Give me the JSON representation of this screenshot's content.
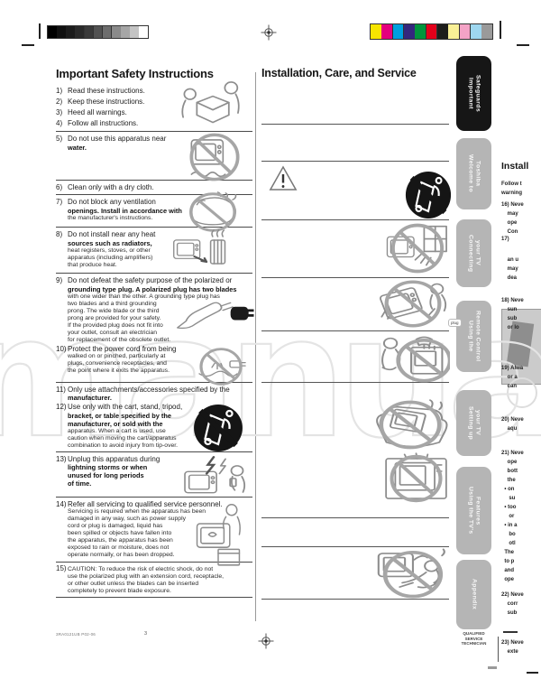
{
  "watermark": {
    "text": "manual"
  },
  "print_marks": {
    "grayscale_ramp": [
      "#000000",
      "#101010",
      "#1c1c1c",
      "#2a2a2a",
      "#3a3a3a",
      "#525252",
      "#6d6d6d",
      "#8a8a8a",
      "#a6a6a6",
      "#c4c4c4",
      "#ffffff"
    ],
    "color_bar": [
      "#f6e500",
      "#e5007d",
      "#00a0df",
      "#34277d",
      "#00953b",
      "#e2001a",
      "#1d1d1b",
      "#f9f096",
      "#f4a3c6",
      "#9ed7f0",
      "#9a9a9a"
    ]
  },
  "left_column": {
    "title": "Important Safety Instructions",
    "items": [
      {
        "num": "1)",
        "illo": "reading-together",
        "lines": [
          {
            "t": "Read these instructions.",
            "s": "lead"
          }
        ]
      },
      {
        "num": "2)",
        "lines": [
          {
            "t": "Keep these instructions.",
            "s": "lead"
          }
        ]
      },
      {
        "num": "3)",
        "lines": [
          {
            "t": "Heed all warnings.",
            "s": "lead"
          }
        ]
      },
      {
        "num": "4)",
        "lines": [
          {
            "t": "Follow all instructions.",
            "s": "lead"
          }
        ]
      },
      {
        "num": "5)",
        "illo": "tv-near-water",
        "lines": [
          {
            "t": "Do not use this apparatus near",
            "s": "lead"
          },
          {
            "t": "water.",
            "s": "bold"
          }
        ]
      },
      {
        "num": "6)",
        "lines": [
          {
            "t": "Clean only with a dry cloth.",
            "s": "lead"
          }
        ]
      },
      {
        "num": "7)",
        "illo": "tv-covered-cloth",
        "lines": [
          {
            "t": "Do not block any ventilation",
            "s": "lead"
          },
          {
            "t": "openings. Install in accordance with",
            "s": "bold"
          },
          {
            "t": "the manufacturer's instructions.",
            "s": "small"
          }
        ]
      },
      {
        "num": "8)",
        "illo": "tv-near-heat",
        "lines": [
          {
            "t": "Do not install near any heat",
            "s": "lead"
          },
          {
            "t": "sources such as radiators,",
            "s": "bold"
          },
          {
            "t": "heat registers, stoves, or other",
            "s": "small"
          },
          {
            "t": "apparatus (including amplifiers)",
            "s": "small"
          },
          {
            "t": "that produce heat.",
            "s": "small"
          }
        ]
      },
      {
        "num": "9)",
        "illo": "polarized-plug",
        "lines": [
          {
            "t": "Do not defeat the safety purpose of the polarized or",
            "s": "lead"
          },
          {
            "t": "grounding type plug. A polarized plug has two blades",
            "s": "bold"
          },
          {
            "t": "with one wider than the other. A grounding type plug has",
            "s": "small"
          },
          {
            "t": "two blades and a third grounding",
            "s": "small"
          },
          {
            "t": "prong. The wide blade or the third",
            "s": "small"
          },
          {
            "t": "prong are provided for your safety.",
            "s": "small"
          },
          {
            "t": "If the provided plug does not fit into",
            "s": "small"
          },
          {
            "t": "your outlet, consult an electrician",
            "s": "small"
          },
          {
            "t": "for replacement of the obsolete outlet.",
            "s": "small"
          }
        ]
      },
      {
        "num": "10)",
        "illo": "power-cord-pinch",
        "lines": [
          {
            "t": "Protect the power cord from being",
            "s": "lead"
          },
          {
            "t": "walked on or pinched, particularly at",
            "s": "small"
          },
          {
            "t": "plugs, convenience receptacles, and",
            "s": "small"
          },
          {
            "t": "the point where it exits the apparatus.",
            "s": "small"
          }
        ]
      },
      {
        "num": "11)",
        "lines": [
          {
            "t": "Only use attachments/accessories specified by the",
            "s": "lead"
          },
          {
            "t": "manufacturer.",
            "s": "bold"
          }
        ]
      },
      {
        "num": "12)",
        "illo": "cart-tipover",
        "lines": [
          {
            "t": "Use only with the cart, stand, tripod,",
            "s": "lead"
          },
          {
            "t": "bracket, or table specified by the",
            "s": "bold"
          },
          {
            "t": "manufacturer, or sold with the",
            "s": "bold"
          },
          {
            "t": "apparatus. When a cart is used, use",
            "s": "small"
          },
          {
            "t": "caution when moving the cart/apparatus",
            "s": "small"
          },
          {
            "t": "combination to avoid injury from tip-over.",
            "s": "small"
          }
        ]
      },
      {
        "num": "13)",
        "illo": "lightning-storm",
        "lines": [
          {
            "t": "Unplug this apparatus during",
            "s": "lead"
          },
          {
            "t": "lightning storms or when",
            "s": "bold"
          },
          {
            "t": "unused for long periods",
            "s": "bold"
          },
          {
            "t": "of time.",
            "s": "bold"
          }
        ]
      },
      {
        "num": "14)",
        "illo": "service-person",
        "lines": [
          {
            "t": "Refer all servicing to qualified service personnel.",
            "s": "lead"
          },
          {
            "t": "Servicing is required when the apparatus has been",
            "s": "small"
          },
          {
            "t": "damaged in any way, such as power supply",
            "s": "small"
          },
          {
            "t": "cord or plug is damaged, liquid has",
            "s": "small"
          },
          {
            "t": "been spilled or objects have fallen into",
            "s": "small"
          },
          {
            "t": "the apparatus, the apparatus has been",
            "s": "small"
          },
          {
            "t": "exposed to rain or moisture, does not",
            "s": "small"
          },
          {
            "t": "operate normally, or has been dropped.",
            "s": "small"
          }
        ]
      },
      {
        "num": "15)",
        "lines": [
          {
            "t": "CAUTION: To reduce the risk of electric shock, do not",
            "s": "small"
          },
          {
            "t": "use the polarized plug with an extension cord, receptacle,",
            "s": "small"
          },
          {
            "t": "or other outlet unless the blades can be inserted",
            "s": "small"
          },
          {
            "t": "completely to prevent blade exposure.",
            "s": "small"
          }
        ]
      }
    ]
  },
  "right_column": {
    "title": "Installation, Care, and Service",
    "illustrations": [
      "warning-triangle",
      "cart-tipover",
      "tv-sunny-window",
      "tv-tipping-over",
      "liquids-near-tv",
      "tv-on-sofa",
      "tv-in-cabinet",
      "tv-back-repair"
    ]
  },
  "edge_column": {
    "heading": "Install",
    "groups": [
      [
        "Follow t",
        "warning"
      ],
      [
        "16) Neve",
        "    may",
        "    ope",
        "    Con"
      ],
      [
        "17)"
      ],
      [
        "    an u",
        "    may",
        "    dea"
      ],
      [
        "18) Neve",
        "    sun",
        "    sub",
        "    or lo"
      ],
      [
        "19) Alwa",
        "    or a",
        "    can"
      ],
      [
        "20) Neve",
        "    aqu"
      ],
      [
        "21) Neve",
        "    ope",
        "    bott",
        "    the",
        "  • on",
        "     su",
        "  • too",
        "     or",
        "  • in a",
        "     bo",
        "     otl",
        "  The",
        "  to p",
        "  and",
        "  ope"
      ],
      [
        "22) Neve",
        "    corr",
        "    sub"
      ],
      [
        "23) Neve",
        "    exte"
      ]
    ],
    "plug_label": "plug"
  },
  "sidebar": {
    "tabs": [
      {
        "label": [
          "Important",
          "Safeguards"
        ],
        "active": true
      },
      {
        "label": [
          "Welcome to",
          "Toshiba"
        ],
        "active": false
      },
      {
        "label": [
          "Connecting",
          "your TV"
        ],
        "active": false
      },
      {
        "label": [
          "Using the",
          "Remote Control"
        ],
        "active": false
      },
      {
        "label": [
          "Setting up",
          "your TV"
        ],
        "active": false
      },
      {
        "label": [
          "Using the TV's",
          "Features"
        ],
        "active": false
      },
      {
        "label": [
          "Appendix"
        ],
        "active": false
      }
    ],
    "note_lines": [
      "QUALIFIED",
      "SERVICE",
      "TECHNICIAN"
    ]
  },
  "footer": {
    "code": "3RA0121UB P02-06",
    "page": "3"
  }
}
